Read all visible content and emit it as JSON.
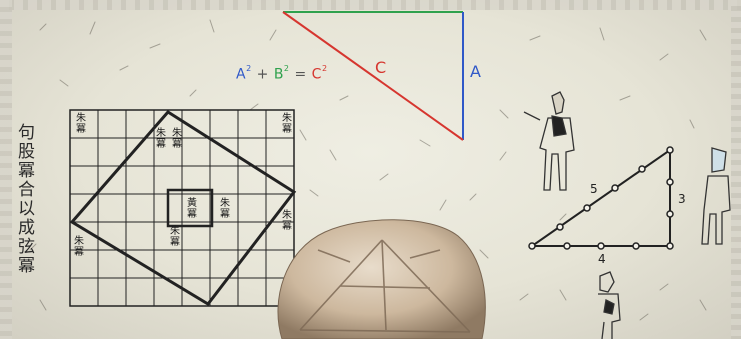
{
  "equation": {
    "a": "A",
    "b": "B",
    "c": "C",
    "sup": "2",
    "plus": "+",
    "equals": "="
  },
  "triangle_labels": {
    "hypotenuse": "C",
    "side": "A"
  },
  "vertical_text": [
    "句",
    "股",
    "冪",
    "合",
    "以",
    "成",
    "弦",
    "冪"
  ],
  "grid_labels": {
    "zhu_mi": "朱\n冪",
    "huang_mi": "黃\n冪"
  },
  "rope_triangle": {
    "hyp": "5",
    "vert": "3",
    "base": "4"
  },
  "colors": {
    "a": "#2f58c8",
    "b": "#2fa14d",
    "c": "#d6362f"
  }
}
